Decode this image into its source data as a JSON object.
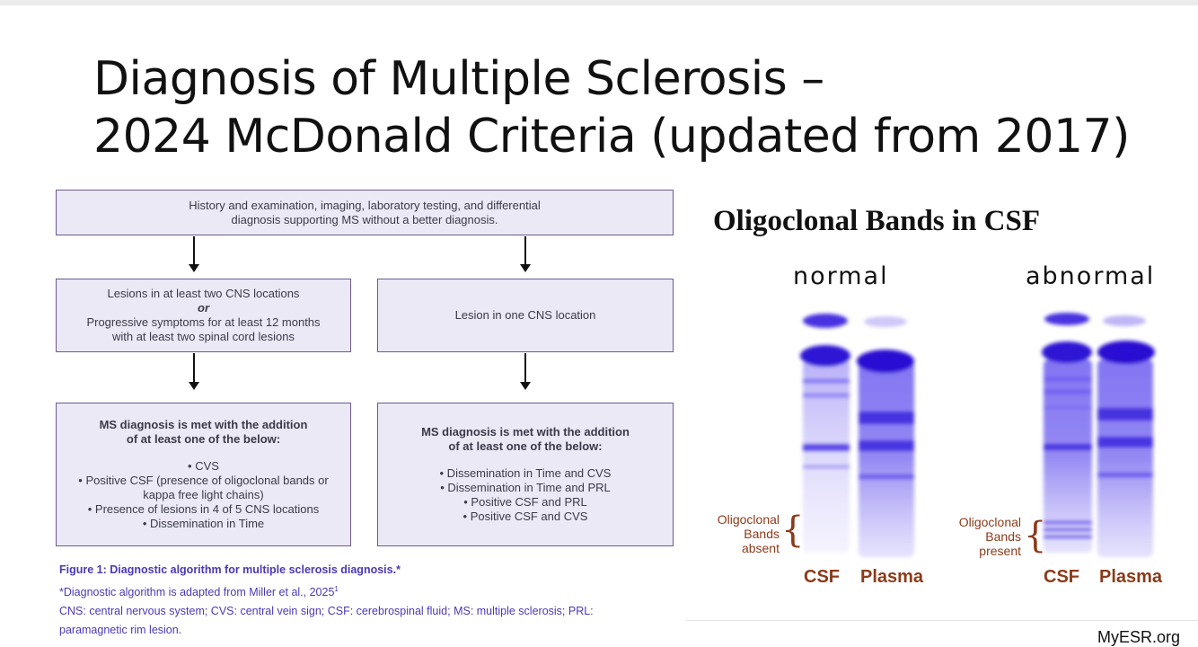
{
  "slide": {
    "title_line1": "Diagnosis of Multiple Sclerosis –",
    "title_line2": "2024 McDonald Criteria (updated from 2017)"
  },
  "flowchart": {
    "top_box": {
      "line1": "History and examination, imaging, laboratory testing, and differential",
      "line2": "diagnosis supporting MS without a better diagnosis."
    },
    "left_box": {
      "line1": "Lesions in at least two CNS locations",
      "or": "or",
      "line2": "Progressive symptoms for at least 12 months",
      "line3": "with at least two spinal cord lesions"
    },
    "right_box": {
      "line1": "Lesion in one CNS location"
    },
    "left_result": {
      "heading1": "MS diagnosis is met with the addition",
      "heading2": "of at least one of the below:",
      "items": [
        "• CVS",
        "• Positive CSF (presence of oligoclonal bands or",
        "kappa free light chains)",
        "• Presence of lesions in 4 of 5 CNS locations",
        "• Dissemination in Time"
      ]
    },
    "right_result": {
      "heading1": "MS diagnosis is met with the addition",
      "heading2": "of at least one of the below:",
      "items": [
        "• Dissemination in Time and CVS",
        "• Dissemination in Time and PRL",
        "• Positive CSF and PRL",
        "• Positive CSF and CVS"
      ]
    }
  },
  "figure_caption": {
    "title": "Figure 1: Diagnostic algorithm for multiple sclerosis diagnosis.*",
    "note": "*Diagnostic algorithm is adapted from Miller et al., 2025",
    "note_sup": "1",
    "abbrev1": "CNS: central nervous system; CVS: central vein sign; CSF: cerebrospinal fluid; MS: multiple sclerosis; PRL:",
    "abbrev2": "paramagnetic rim lesion."
  },
  "gel_image": {
    "title": "Oligoclonal Bands in CSF",
    "normal_label": "normal",
    "abnormal_label": "abnormal",
    "lane_csf": "CSF",
    "lane_plasma": "Plasma",
    "absent_note": [
      "Oligoclonal",
      "Bands",
      "absent"
    ],
    "present_note": [
      "Oligoclonal",
      "Bands",
      "present"
    ],
    "colors": {
      "band": "#3a20d8",
      "lane": "#7a6cf0",
      "label": "#8b3b1a"
    }
  },
  "footer": {
    "site": "MyESR.org"
  }
}
